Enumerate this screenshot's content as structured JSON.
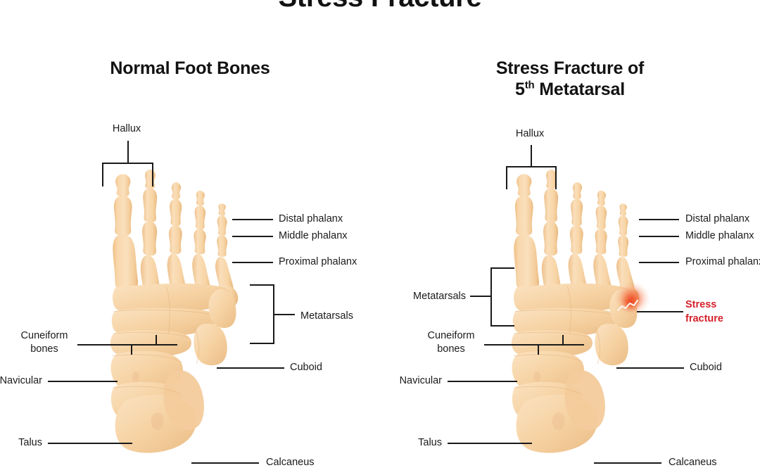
{
  "document": {
    "main_title": "Stress Fracture",
    "background_color": "#ffffff",
    "bone_color": "#f7d3a4",
    "line_color": "#1a1a1a",
    "fracture_color": "#d5202a"
  },
  "panels": [
    {
      "id": "normal",
      "title_line1": "Normal Foot Bones",
      "title_line2": "",
      "labels": {
        "hallux": "Hallux",
        "distal_phalanx": "Distal phalanx",
        "middle_phalanx": "Middle phalanx",
        "proximal_phalanx": "Proximal phalanx",
        "metatarsals": "Metatarsals",
        "cuneiform_line1": "Cuneiform",
        "cuneiform_line2": "bones",
        "cuboid": "Cuboid",
        "navicular": "Navicular",
        "talus": "Talus",
        "calcaneus": "Calcaneus"
      }
    },
    {
      "id": "fracture",
      "title_line1": "Stress Fracture of",
      "title_line2_prefix": "5",
      "title_line2_sup": "th",
      "title_line2_suffix": " Metatarsal",
      "labels": {
        "hallux": "Hallux",
        "distal_phalanx": "Distal phalanx",
        "middle_phalanx": "Middle phalanx",
        "proximal_phalanx": "Proximal phalanx",
        "metatarsals": "Metatarsals",
        "cuneiform_line1": "Cuneiform",
        "cuneiform_line2": "bones",
        "cuboid": "Cuboid",
        "navicular": "Navicular",
        "talus": "Talus",
        "calcaneus": "Calcaneus",
        "stress_fracture_line1": "Stress",
        "stress_fracture_line2": "fracture"
      }
    }
  ]
}
